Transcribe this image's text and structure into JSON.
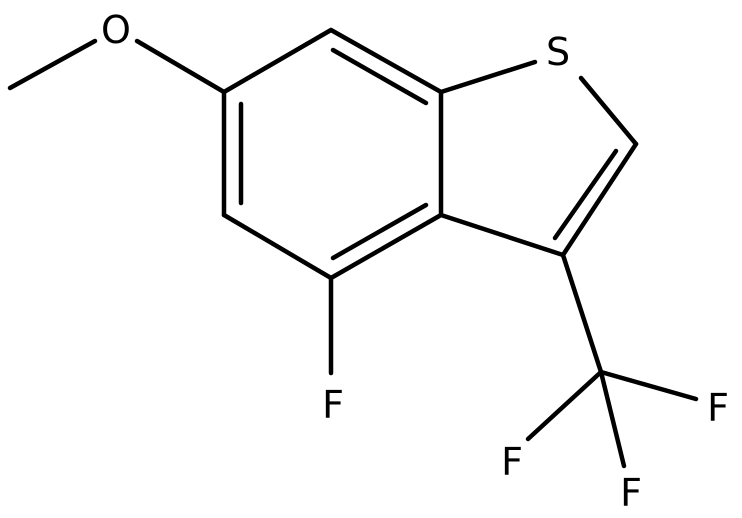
{
  "molecule": {
    "atoms": {
      "O": "O",
      "S": "S",
      "F_ring": "F",
      "F_cf3_right": "F",
      "F_cf3_left": "F",
      "F_cf3_bottom": "F"
    },
    "colors": {
      "bond": "#000000",
      "label": "#000000",
      "background": "#ffffff"
    }
  }
}
